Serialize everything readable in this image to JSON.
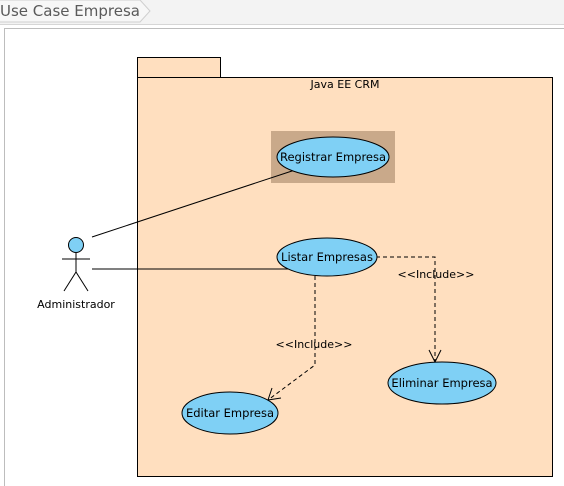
{
  "tab": {
    "title": "Use Case Empresa"
  },
  "diagram": {
    "package": {
      "name": "Java EE CRM"
    },
    "actor": {
      "name": "Administrador"
    },
    "use_cases": {
      "registrar": "Registrar Empresa",
      "listar": "Listar Empresas",
      "editar": "Editar Empresa",
      "eliminar": "Eliminar Empresa"
    },
    "relations": {
      "include_eliminar": "<<Include>>",
      "include_editar": "<<Include>>"
    },
    "colors": {
      "package_fill": "#ffdfbf",
      "use_case_fill": "#7fd0f5",
      "selection_highlight": "#c9a98a",
      "actor_head": "#7fd0f5"
    }
  }
}
